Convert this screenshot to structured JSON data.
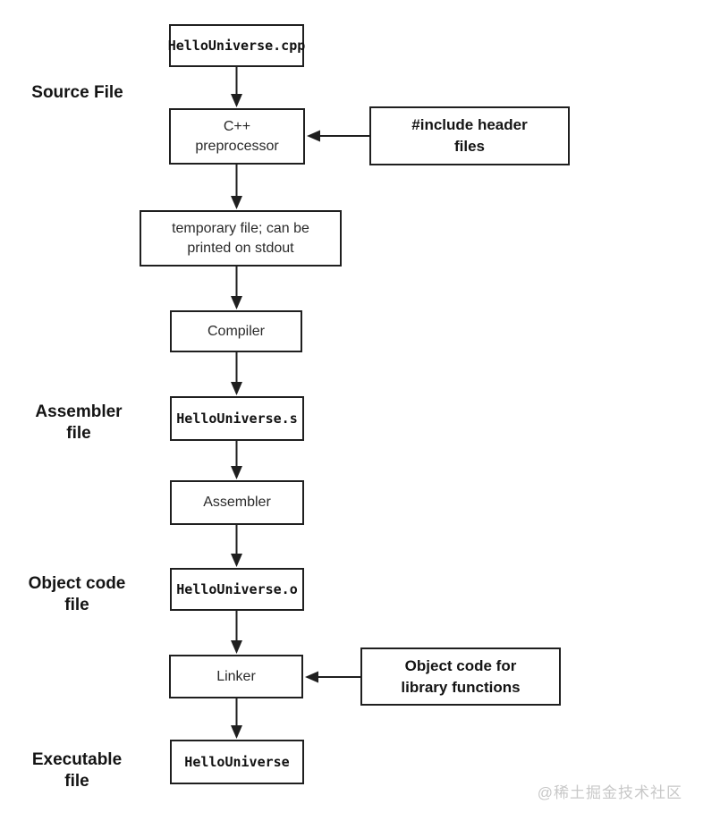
{
  "diagram": {
    "side_labels": {
      "source_file": "Source File",
      "assembler_file": "Assembler\nfile",
      "object_code_file": "Object code\nfile",
      "executable_file": "Executable\nfile"
    },
    "nodes": {
      "source_cpp": "HelloUniverse.cpp",
      "preprocessor": "C++\npreprocessor",
      "include_headers": "#include header\nfiles",
      "temp_file": "temporary file; can be\nprinted on stdout",
      "compiler": "Compiler",
      "assembly_file": "HelloUniverse.s",
      "assembler": "Assembler",
      "object_file": "HelloUniverse.o",
      "linker": "Linker",
      "library_objects": "Object code for\nlibrary functions",
      "executable": "HelloUniverse"
    },
    "watermark": "@稀土掘金技术社区"
  }
}
